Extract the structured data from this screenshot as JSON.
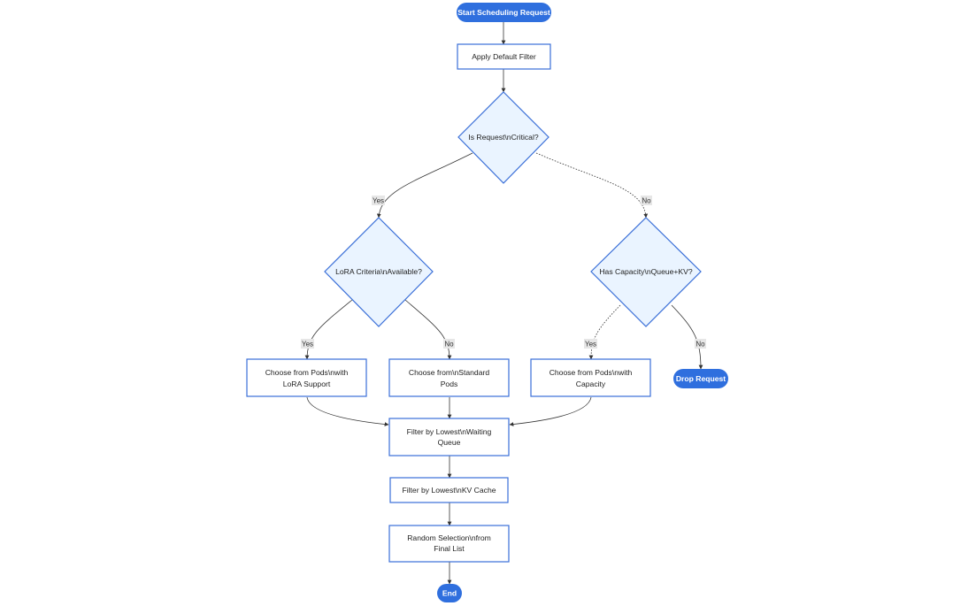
{
  "colors": {
    "pill_fill": "#2f6fde",
    "box_stroke": "#3a6fd8",
    "diamond_fill": "#eaf4ff",
    "edge": "#333333",
    "edge_label_bg": "#e6e6e6"
  },
  "nodes": {
    "start": {
      "label": "Start Scheduling Request"
    },
    "apply_filter": {
      "label": "Apply Default Filter"
    },
    "is_critical": {
      "label": "Is Request\\nCritical?"
    },
    "lora_available": {
      "label": "LoRA Criteria\\nAvailable?"
    },
    "has_capacity": {
      "label": "Has Capacity\\nQueue+KV?"
    },
    "choose_lora": {
      "label_line1": "Choose from Pods\\nwith",
      "label_line2": "LoRA Support"
    },
    "choose_standard": {
      "label_line1": "Choose from\\nStandard",
      "label_line2": "Pods"
    },
    "choose_capacity": {
      "label_line1": "Choose from Pods\\nwith",
      "label_line2": "Capacity"
    },
    "drop_request": {
      "label": "Drop Request"
    },
    "filter_waiting": {
      "label_line1": "Filter by Lowest\\nWaiting",
      "label_line2": "Queue"
    },
    "filter_kv": {
      "label": "Filter by Lowest\\nKV Cache"
    },
    "random_selection": {
      "label_line1": "Random Selection\\nfrom",
      "label_line2": "Final List"
    },
    "end": {
      "label": "End"
    }
  },
  "edge_labels": {
    "critical_yes": "Yes",
    "critical_no": "No",
    "lora_yes": "Yes",
    "lora_no": "No",
    "capacity_yes": "Yes",
    "capacity_no": "No"
  }
}
